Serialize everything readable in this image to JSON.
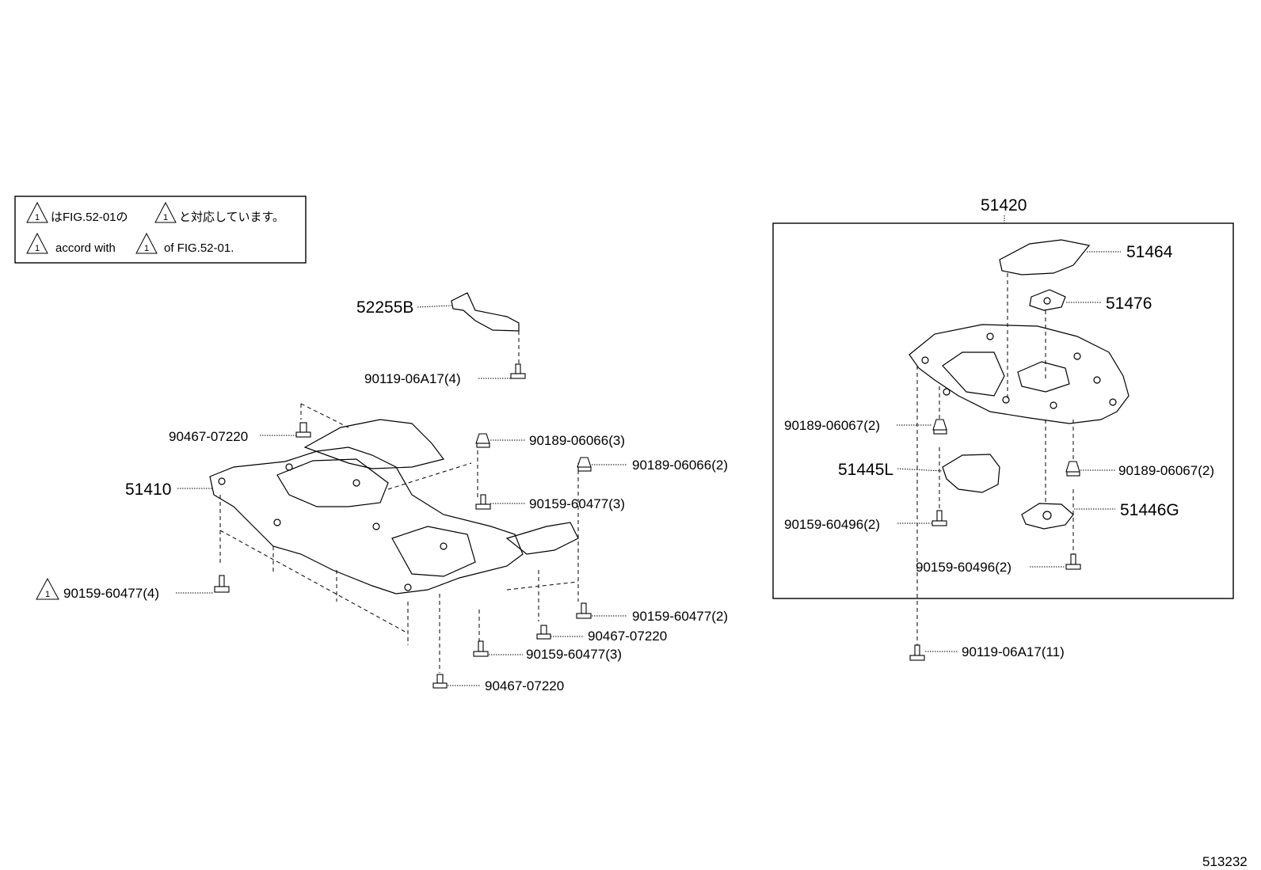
{
  "notice": {
    "marker": "1",
    "line1_prefix": "はFIG.52-01の",
    "line1_suffix": "と対応しています。",
    "line2_prefix": "accord with",
    "line2_suffix": "of FIG.52-01."
  },
  "parts": {
    "p52255B": "52255B",
    "p90119_4": "90119-06A17(4)",
    "p90467_top": "90467-07220",
    "p51410": "51410",
    "p90189_66_3": "90189-06066(3)",
    "p90189_66_2": "90189-06066(2)",
    "p90159_477_3a": "90159-60477(3)",
    "p90159_477_4": "90159-60477(4)",
    "p90159_477_2": "90159-60477(2)",
    "p90467_mid": "90467-07220",
    "p90159_477_3b": "90159-60477(3)",
    "p90467_bot": "90467-07220",
    "p51420": "51420",
    "p51464": "51464",
    "p51476": "51476",
    "p90189_67_2a": "90189-06067(2)",
    "p51445L": "51445L",
    "p90189_67_2b": "90189-06067(2)",
    "p51446G": "51446G",
    "p90159_496_2a": "90159-60496(2)",
    "p90159_496_2b": "90159-60496(2)",
    "p90119_11": "90119-06A17(11)"
  },
  "figure_number": "513232"
}
